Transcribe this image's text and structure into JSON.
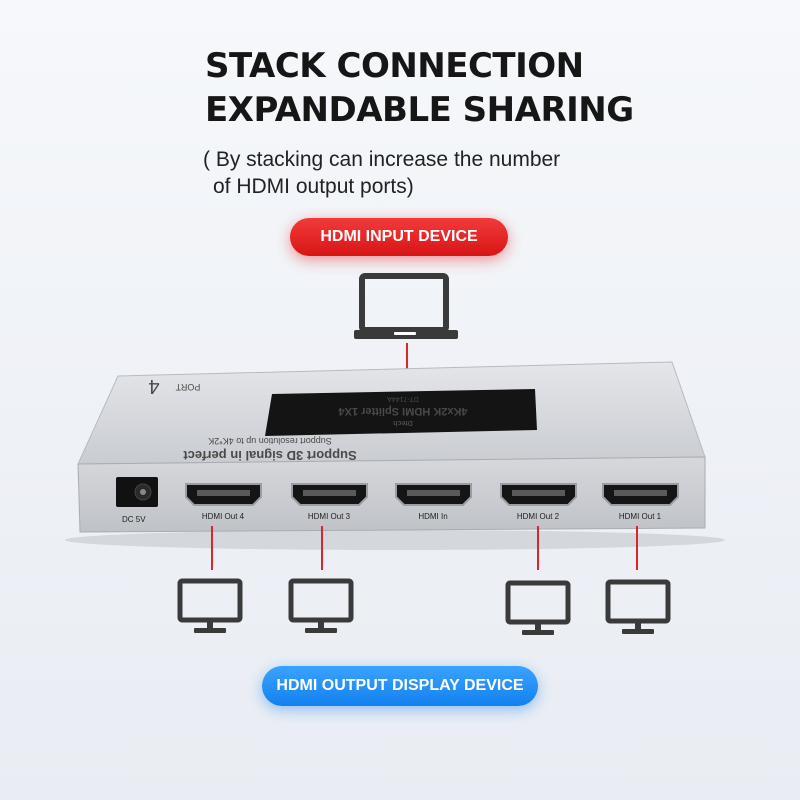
{
  "headline": {
    "line1": "STACK CONNECTION",
    "line2": "EXPANDABLE SHARING"
  },
  "subtitle": {
    "line1": "( By stacking can increase the number",
    "line2": "of HDMI output ports)"
  },
  "input_label": "HDMI INPUT DEVICE",
  "output_label": "HDMI OUTPUT DISPLAY DEVICE",
  "device": {
    "brand": "Dtech",
    "model_name": "4Kx2K HDMI Splitter 1X4",
    "model_code": "DT-7144A",
    "feature_line1": "Support 3D signal in perfect",
    "feature_line2": "Support resolution up to 4K*2K",
    "port_marker": "4",
    "port_word": "PORT",
    "dc_label": "DC 5V",
    "ports": [
      {
        "label": "HDMI Out 4"
      },
      {
        "label": "HDMI Out 3"
      },
      {
        "label": "HDMI In"
      },
      {
        "label": "HDMI Out 2"
      },
      {
        "label": "HDMI Out 1"
      }
    ]
  },
  "colors": {
    "connector_line": "#d9262a",
    "input_badge": "#e31e1e",
    "output_badge": "#1f8cf5",
    "icon_stroke": "#3a3a3a"
  },
  "icons": {
    "input_device": "laptop-icon",
    "output_device": "monitor-icon"
  }
}
